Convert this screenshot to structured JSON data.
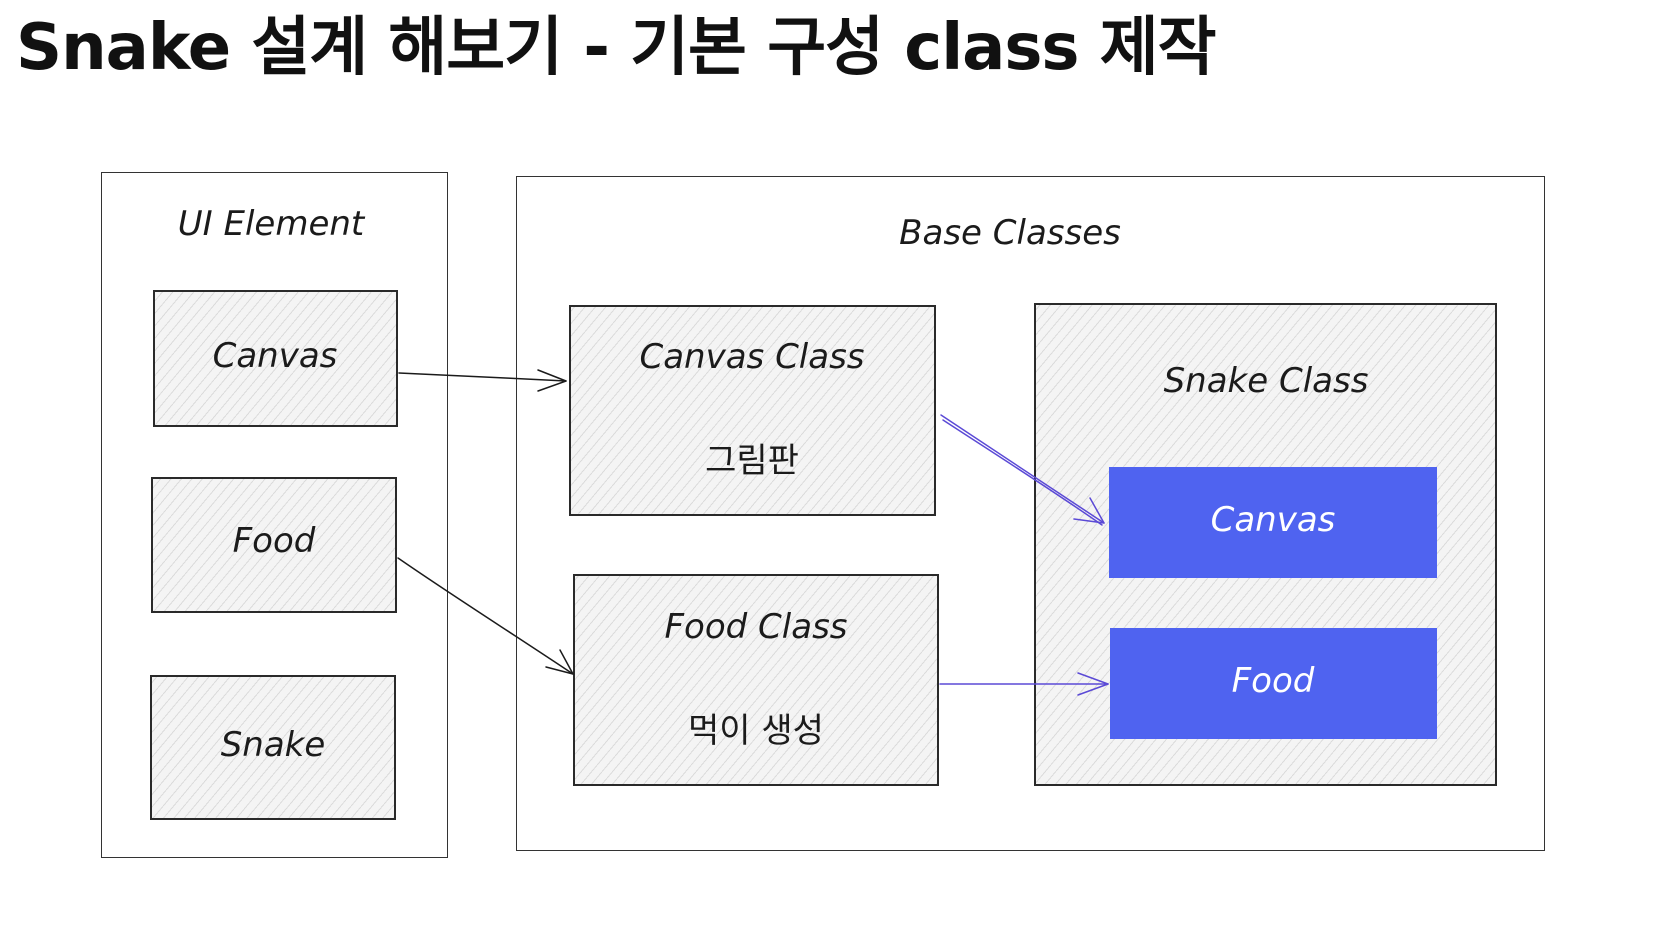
{
  "title": "Snake 설계 해보기 - 기본 구성 class 제작",
  "ui_element": {
    "heading": "UI Element",
    "items": [
      "Canvas",
      "Food",
      "Snake"
    ]
  },
  "base_classes": {
    "heading": "Base Classes",
    "canvas_class": {
      "title": "Canvas Class",
      "desc": "그림판"
    },
    "food_class": {
      "title": "Food Class",
      "desc": "먹이 생성"
    },
    "snake_class": {
      "title": "Snake Class",
      "members": [
        "Canvas",
        "Food"
      ]
    }
  },
  "colors": {
    "member_fill": "#4f63f0",
    "arrow_black": "#1b1b1b",
    "arrow_purple": "#5b4ad6"
  }
}
